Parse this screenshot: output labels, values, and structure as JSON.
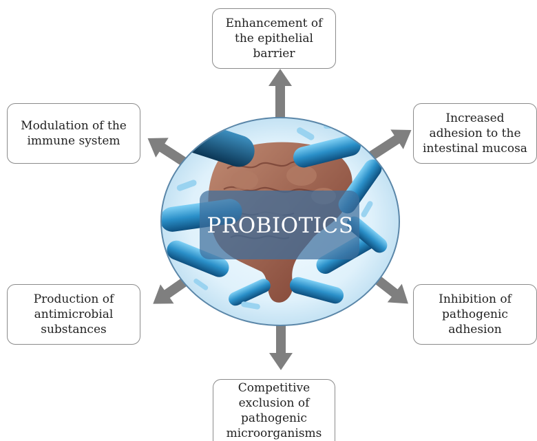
{
  "center": {
    "title": "PROBIOTICS"
  },
  "effects": {
    "top": "Enhancement of\nthe epithelial\nbarrier",
    "upper_left": "Modulation of the\nimmune system",
    "upper_right": "Increased\nadhesion to the\nintestinal mucosa",
    "lower_left": "Production of\nantimicrobial\nsubstances",
    "lower_right": "Inhibition of\npathogenic\nadhesion",
    "bottom": "Competitive\nexclusion of\npathogenic\nmicroorganisms"
  },
  "colors": {
    "arrow": "#7f7f7f",
    "box_border": "#8a8a8a",
    "bacteria": "#2a8fc8",
    "intestine": "#8a4a3c",
    "label_panel": "#3e6f9c"
  }
}
